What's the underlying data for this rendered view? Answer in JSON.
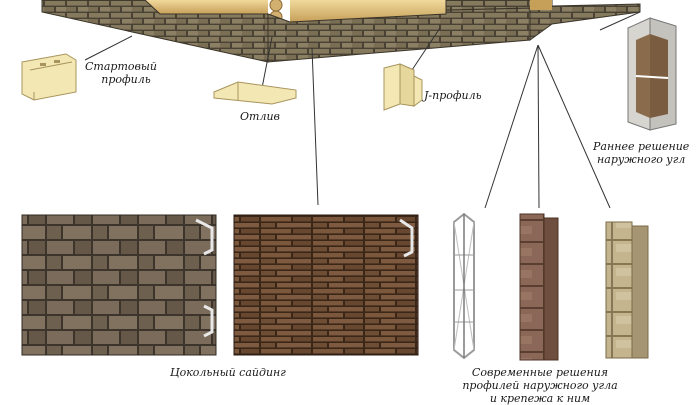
{
  "labels": {
    "start_profile_line1": "Стартовый",
    "start_profile_line2": "профиль",
    "drip": "Отлив",
    "j_profile": "J-профиль",
    "early_corner_line1": "Раннее решение",
    "early_corner_line2": "наружного угл",
    "plinth_siding": "Цокольный сайдинг",
    "modern_line1": "Современные решения",
    "modern_line2": "профилей наружного угла",
    "modern_line3": "и крепежа к ним"
  },
  "colors": {
    "log_wood": "#d9b976",
    "log_wood_dark": "#b38d4a",
    "brick_stone": "#807559",
    "brick_mortar": "#4a4335",
    "profile_cream": "#f3e7b3",
    "panel_left": "#6e5f4f",
    "panel_right": "#6a4a34",
    "corner_stone": "#b9a981",
    "leader_line": "#333333"
  },
  "icons": {
    "start_profile": "start-profile-icon",
    "drip": "drip-profile-icon",
    "j_profile": "j-profile-icon",
    "early_corner": "outer-corner-icon",
    "corner_frame": "corner-frame-icon"
  }
}
